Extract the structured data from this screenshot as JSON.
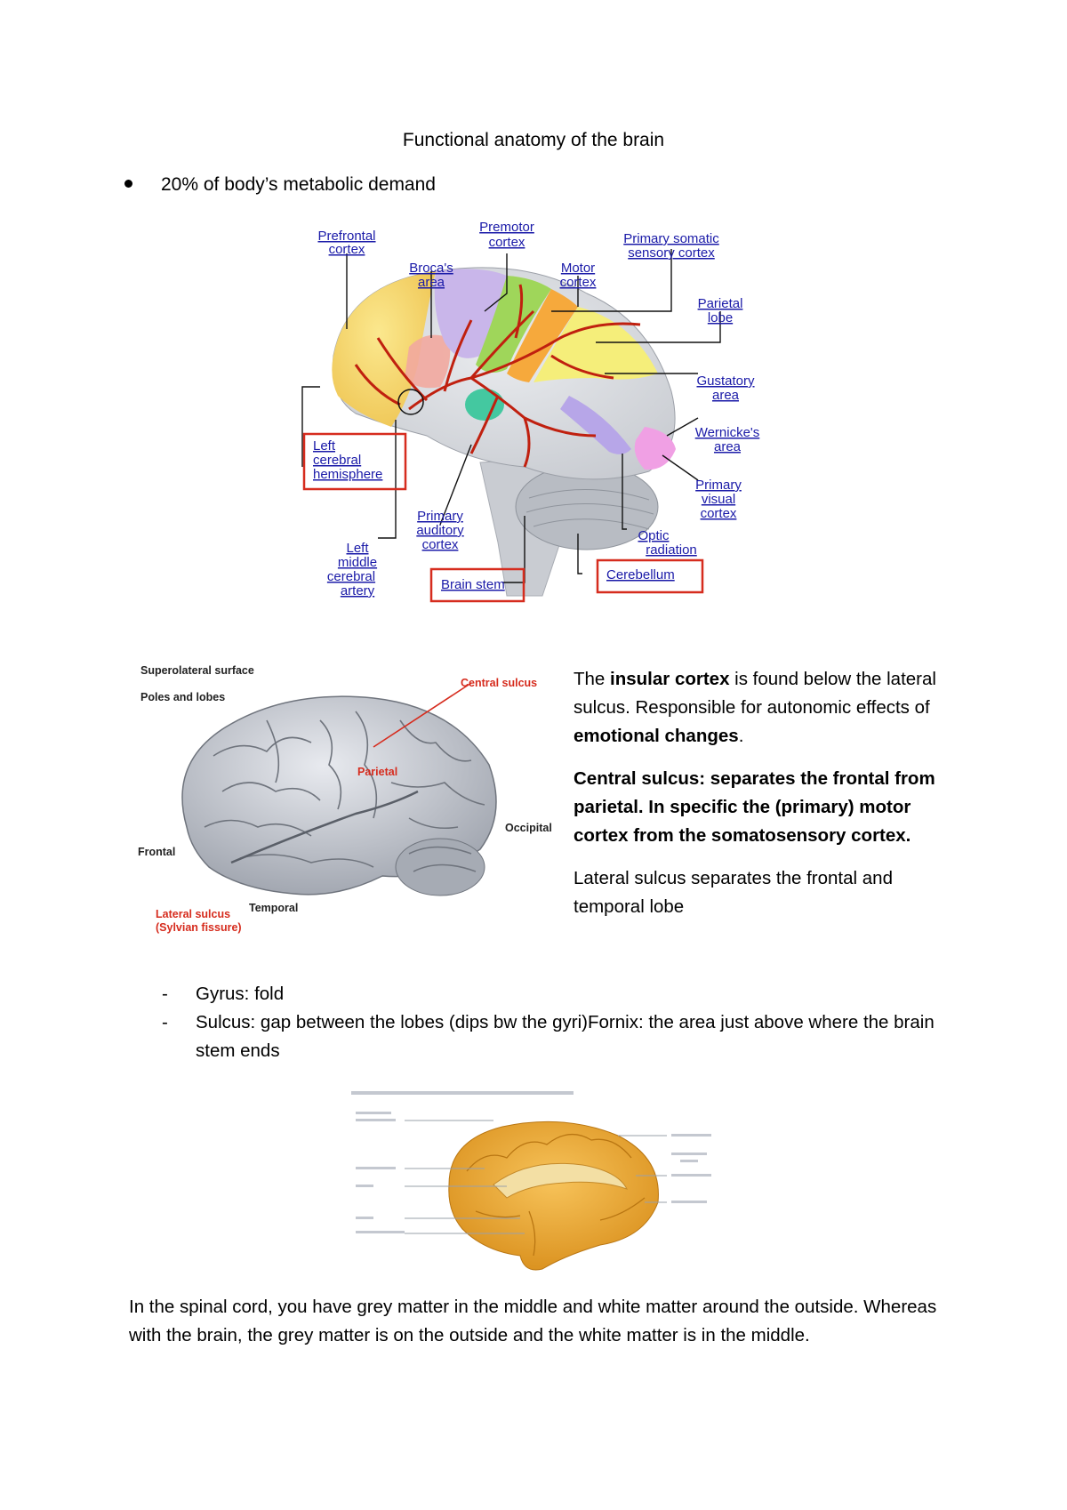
{
  "document": {
    "title": "Functional anatomy of the brain",
    "bullet": "20% of body’s metabolic demand"
  },
  "figure1": {
    "labels": {
      "prefrontal_1": "Prefrontal",
      "prefrontal_2": "cortex",
      "premotor_1": "Premotor",
      "premotor_2": "cortex",
      "primary_somatic_1": "Primary somatic",
      "primary_somatic_2": "sensory cortex",
      "broca_1": "Broca's",
      "broca_2": "area",
      "motor_1": "Motor",
      "motor_2": "cortex",
      "parietal_1": "Parietal",
      "parietal_2": "lobe",
      "gustatory_1": "Gustatory",
      "gustatory_2": "area",
      "wernicke_1": "Wernicke's",
      "wernicke_2": "area",
      "primary_visual_1": "Primary",
      "primary_visual_2": "visual",
      "primary_visual_3": "cortex",
      "left_cerebral_1": "Left",
      "left_cerebral_2": "cerebral",
      "left_cerebral_3": "hemisphere",
      "primary_auditory_1": "Primary",
      "primary_auditory_2": "auditory",
      "primary_auditory_3": "cortex",
      "optic_1": "Optic",
      "optic_2": "radiation",
      "left_middle_1": "Left",
      "left_middle_2": "middle",
      "left_middle_3": "cerebral",
      "left_middle_4": "artery",
      "brain_stem": "Brain stem",
      "cerebellum": "Cerebellum"
    },
    "colors": {
      "label_blue": "#1a1aa8",
      "highlight_red": "#d62c1e",
      "artery_red": "#c0200f"
    }
  },
  "figure2": {
    "superolateral": "Superolateral surface",
    "poles": "Poles and lobes",
    "central_sulcus": "Central sulcus",
    "parietal": "Parietal",
    "occipital": "Occipital",
    "frontal": "Frontal",
    "temporal": "Temporal",
    "lateral_1": "Lateral sulcus",
    "lateral_2": "(Sylvian fissure)"
  },
  "side_text": {
    "p1_a": "The ",
    "p1_b": "insular cortex",
    "p1_c": " is found below the lateral sulcus. Responsible for autonomic effects of ",
    "p1_d": "emotional changes",
    "p1_e": ".",
    "p2": "Central sulcus: separates the frontal from parietal. In specific the (primary) motor cortex from the somatosensory cortex.",
    "p3": "Lateral sulcus separates the frontal and temporal lobe"
  },
  "dash_list": [
    "Gyrus: fold",
    "Sulcus: gap between the lobes (dips bw the gyri)Fornix: the area just above where the brain stem ends"
  ],
  "bottom": "In the spinal cord, you have grey matter in the middle and white matter around the outside. Whereas with the brain, the grey matter is on the outside and the white matter is in the middle."
}
